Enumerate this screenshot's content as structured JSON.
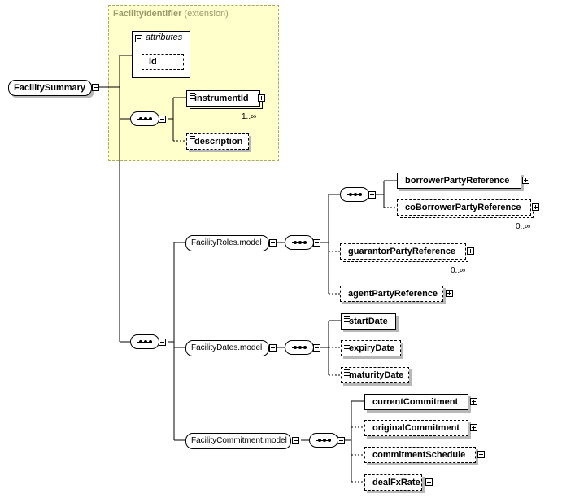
{
  "extension": {
    "name": "FacilityIdentifier",
    "kind": "(extension)"
  },
  "root": {
    "label": "FacilitySummary"
  },
  "attributes": {
    "label": "attributes",
    "items": [
      {
        "label": "id"
      }
    ]
  },
  "identifier": {
    "instrumentId": {
      "label": "instrumentId",
      "cardinality": "1..∞"
    },
    "description": {
      "label": "description"
    }
  },
  "roles": {
    "group": "FacilityRoles.model",
    "borrower": "borrowerPartyReference",
    "coBorrower": {
      "label": "coBorrowerPartyReference",
      "cardinality": "0..∞"
    },
    "guarantor": {
      "label": "guarantorPartyReference",
      "cardinality": "0..∞"
    },
    "agent": "agentPartyReference"
  },
  "dates": {
    "group": "FacilityDates.model",
    "start": "startDate",
    "expiry": "expiryDate",
    "maturity": "maturityDate"
  },
  "commitment": {
    "group": "FacilityCommitment.model",
    "current": "currentCommitment",
    "original": "originalCommitment",
    "schedule": "commitmentSchedule",
    "fx": "dealFxRate"
  },
  "colors": {
    "extension_fill": "#ffffcc",
    "extension_border": "#aaaa66",
    "connector": "#000000"
  }
}
